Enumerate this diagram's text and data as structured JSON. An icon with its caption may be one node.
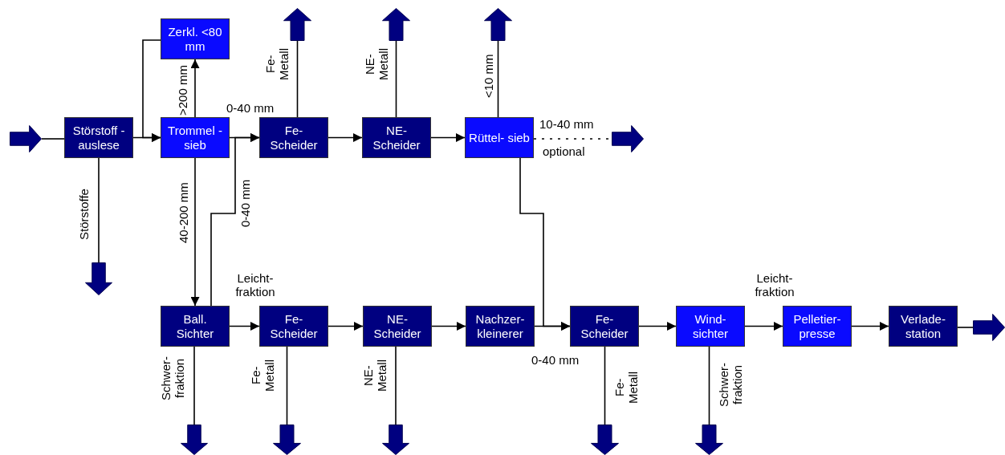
{
  "diagram": {
    "nodes": [
      {
        "text": [
          "Störstoff -auslese"
        ]
      },
      {
        "text": [
          "Zerkl. <80 mm"
        ]
      },
      {
        "text": [
          "Trommel -sieb"
        ]
      },
      {
        "text": [
          "Fe- Scheider"
        ]
      },
      {
        "text": [
          "NE- Scheider"
        ]
      },
      {
        "text": [
          "Rüttel- sieb"
        ]
      },
      {
        "text": [
          "Ball. Sichter"
        ]
      },
      {
        "text": [
          "Fe- Scheider"
        ]
      },
      {
        "text": [
          "NE- Scheider"
        ]
      },
      {
        "text": [
          "Nachzer- kleinerer"
        ]
      },
      {
        "text": [
          "Fe- Scheider"
        ]
      },
      {
        "text": [
          "Wind- sichter"
        ]
      },
      {
        "text": [
          "Pelletier- presse"
        ]
      },
      {
        "text": [
          "Verlade- station"
        ]
      },
      {
        "text": [],
        "shape": "arrow"
      },
      {
        "text": [],
        "shape": "arrow"
      },
      {
        "text": [],
        "shape": "arrow"
      },
      {
        "text": [],
        "shape": "arrow"
      },
      {
        "text": [],
        "shape": "arrow"
      },
      {
        "text": [],
        "shape": "arrow"
      },
      {
        "text": [],
        "shape": "arrow"
      },
      {
        "text": [],
        "shape": "arrow"
      },
      {
        "text": [],
        "shape": "arrow"
      },
      {
        "text": [],
        "shape": "arrow"
      },
      {
        "text": [],
        "shape": "arrow"
      },
      {
        "text": [],
        "shape": "arrow"
      }
    ],
    "edges": [
      {
        "from": 14,
        "to": 0,
        "arrow": "none"
      },
      {
        "from": 0,
        "to": 2,
        "arrow": "to"
      },
      {
        "from": 1,
        "to": 2,
        "arrow": "to"
      },
      {
        "from": 2,
        "to": 1,
        "arrow": "to",
        "label": ">200 mm"
      },
      {
        "from": 2,
        "to": 3,
        "arrow": "to",
        "label": "0-40 mm"
      },
      {
        "from": 3,
        "to": 4,
        "arrow": "to"
      },
      {
        "from": 4,
        "to": 5,
        "arrow": "to"
      },
      {
        "from": 3,
        "to": 15,
        "arrow": "none",
        "label": "Fe- Metall"
      },
      {
        "from": 4,
        "to": 16,
        "arrow": "none",
        "label": "NE- Metall"
      },
      {
        "from": 5,
        "to": 17,
        "arrow": "none",
        "label": "<10 mm"
      },
      {
        "from": 5,
        "to": 18,
        "arrow": "none",
        "label": "10-40 mm",
        "style": "dashed"
      },
      {
        "from": 0,
        "to": 19,
        "arrow": "none",
        "label": "Störstoffe"
      },
      {
        "from": 2,
        "to": 6,
        "arrow": "to",
        "label": "40-200 mm"
      },
      {
        "from": 6,
        "to": 3,
        "arrow": "to",
        "label": "0-40 mm"
      },
      {
        "from": 5,
        "to": 10,
        "arrow": "to"
      },
      {
        "from": 6,
        "to": 7,
        "arrow": "to",
        "label": "Leicht- fraktion"
      },
      {
        "from": 7,
        "to": 8,
        "arrow": "to"
      },
      {
        "from": 8,
        "to": 9,
        "arrow": "to"
      },
      {
        "from": 9,
        "to": 10,
        "arrow": "to",
        "label": "0-40 mm"
      },
      {
        "from": 10,
        "to": 11,
        "arrow": "to"
      },
      {
        "from": 11,
        "to": 12,
        "arrow": "to",
        "label": "Leicht- fraktion"
      },
      {
        "from": 12,
        "to": 13,
        "arrow": "to"
      },
      {
        "from": 13,
        "to": 25,
        "arrow": "none"
      },
      {
        "from": 6,
        "to": 20,
        "arrow": "none",
        "label": "Schwer- fraktion"
      },
      {
        "from": 7,
        "to": 21,
        "arrow": "none",
        "label": "Fe- Metall"
      },
      {
        "from": 8,
        "to": 22,
        "arrow": "none",
        "label": "NE- Metall"
      },
      {
        "from": 10,
        "to": 23,
        "arrow": "none",
        "label": "Fe- Metall"
      },
      {
        "from": 11,
        "to": 24,
        "arrow": "none",
        "label": "Schwer- fraktion"
      }
    ],
    "labels": [
      "optional"
    ]
  }
}
